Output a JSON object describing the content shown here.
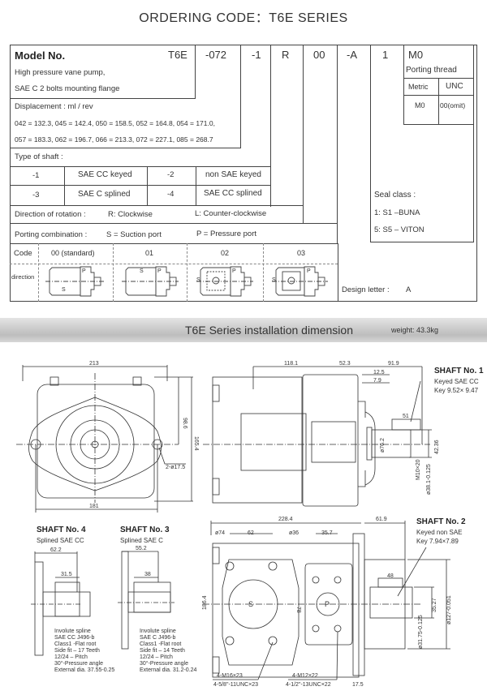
{
  "title": "ORDERING CODE：T6E SERIES",
  "ordering": {
    "model_label": "Model No.",
    "codes": [
      "T6E",
      "-072",
      "-1",
      "R",
      "00",
      "-A",
      "1",
      "M0"
    ],
    "description_1": "High pressure vane pump,",
    "description_2": "SAE C   2 bolts mounting flange",
    "porting_thread": {
      "label": "Porting thread",
      "metric": "Metric",
      "unc": "UNC",
      "metric_value": "M0",
      "unc_value": "00(omit)"
    },
    "displacement": {
      "label": "Displacement :  ml / rev",
      "row1": "042 = 132.3,   045 = 142.4, 050 = 158.5, 052 = 164.8, 054 = 171.0,",
      "row2": "057 = 183.3,  062 = 196.7,  066 = 213.3, 072 = 227.1, 085 = 268.7"
    },
    "shaft": {
      "label": "Type of shaft :",
      "rows": [
        [
          "-1",
          "SAE CC keyed",
          "-2",
          "non SAE keyed"
        ],
        [
          "-3",
          "SAE C splined",
          "-4",
          "SAE CC splined"
        ]
      ]
    },
    "rotation": {
      "label": "Direction of rotation :",
      "r": "R: Clockwise",
      "l": "L: Counter-clockwise"
    },
    "porting": {
      "label": "Porting combination :",
      "s": "S = Suction port",
      "p": "P = Pressure port"
    },
    "code_table": {
      "code_label": "Code",
      "direction_label": "direction",
      "codes": [
        "00  (standard)",
        "01",
        "02",
        "03"
      ],
      "s": "S",
      "p": "P"
    },
    "seal": {
      "label": "Seal class :",
      "opt1": "1: S1 –BUNA",
      "opt2": "5: S5 – VITON"
    },
    "design_letter": {
      "label": "Design letter :",
      "value": "A"
    }
  },
  "installation": {
    "title": "T6E Series installation dimension",
    "weight": "weight:  43.3kg",
    "front": {
      "width_top": "213",
      "width_bottom": "181",
      "h1": "98.6",
      "h2": "165.4",
      "holes": "2-ø17.5"
    },
    "side": {
      "d1": "118.1",
      "d2": "52.3",
      "d3": "91.9",
      "d4": "12.5",
      "d5": "7.9",
      "d6": "51",
      "d7": "ø76.2",
      "d8": "42.36",
      "d9": "M10×20",
      "d10": "ø38.1-0.125"
    },
    "shaft1": {
      "title": "SHAFT No. 1",
      "line1": "Keyed SAE CC",
      "line2": "Key 9.52× 9.47"
    },
    "shaft4": {
      "title": "SHAFT No. 4",
      "sub": "Splined SAE CC",
      "d1": "62.2",
      "d2": "31.5",
      "notes": [
        "Involute spline",
        "SAE CC J496-b",
        "Class1 -Flat root",
        "Side fit – 17 Teeth",
        "12/24 – Pitch",
        "30°-Pressure angle",
        "External dia. 37.55-0.25"
      ]
    },
    "shaft3": {
      "title": "SHAFT No. 3",
      "sub": "Splined SAE C",
      "d1": "55.2",
      "d2": "38",
      "notes": [
        "Involute spline",
        "SAE C J496-b",
        "Class1 -Flat root",
        "Side fit – 14 Teeth",
        "12/24 – Pitch",
        "30°-Pressure angle",
        "External dia. 31.2-0.24"
      ]
    },
    "rear": {
      "d1": "228.4",
      "d2": "61.9",
      "d3": "ø74",
      "d4": "62",
      "d5": "ø36",
      "d6": "35.7",
      "d7": "186.4",
      "d8": "78",
      "d9": "48",
      "d10": "35.27",
      "d11": "ø31.75-0.125",
      "d12": "ø127-0.051",
      "d13": "17.5",
      "bolt1a": "4-M16×23",
      "bolt1b": "4-5/8\"-11UNC×23",
      "bolt2a": "4-M12×22",
      "bolt2b": "4-1/2\"-13UNC×22",
      "s": "S",
      "p": "P"
    },
    "shaft2": {
      "title": "SHAFT No. 2",
      "line1": "Keyed non SAE",
      "line2": "Key 7.94×7.89"
    }
  }
}
